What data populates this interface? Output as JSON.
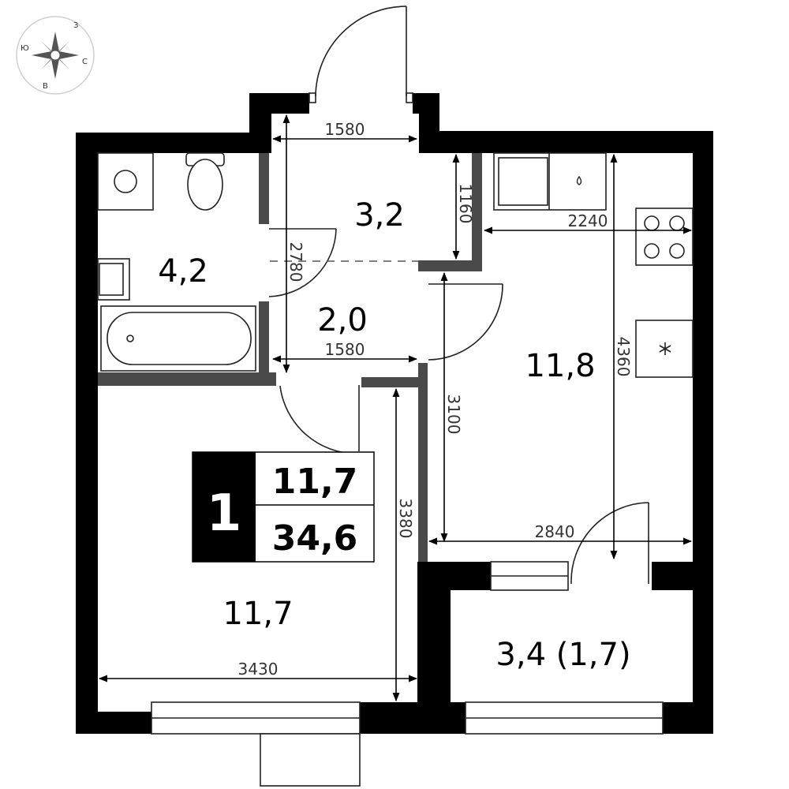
{
  "compass": {
    "north": "З",
    "east": "С",
    "south": "В",
    "west": "Ю"
  },
  "rooms": {
    "hall": "3,2",
    "bathroom": "4,2",
    "corridor": "2,0",
    "kitchen": "11,8",
    "living": "11,7",
    "balcony": "3,4 (1,7)"
  },
  "dimensions": {
    "hall_width": "1580",
    "hall_depth": "1160",
    "corridor_length": "2780",
    "corridor_width": "1580",
    "kitchen_width": "2240",
    "kitchen_length": "4360",
    "kitchen_lower_length": "3100",
    "kitchen_lower_width": "2840",
    "living_length": "3380",
    "living_width": "3430"
  },
  "badge": {
    "rooms_count": "1",
    "living_area": "11,7",
    "total_area": "34,6"
  },
  "colors": {
    "wall": "#000000",
    "partition": "#4a4a4a",
    "line": "#222222"
  }
}
